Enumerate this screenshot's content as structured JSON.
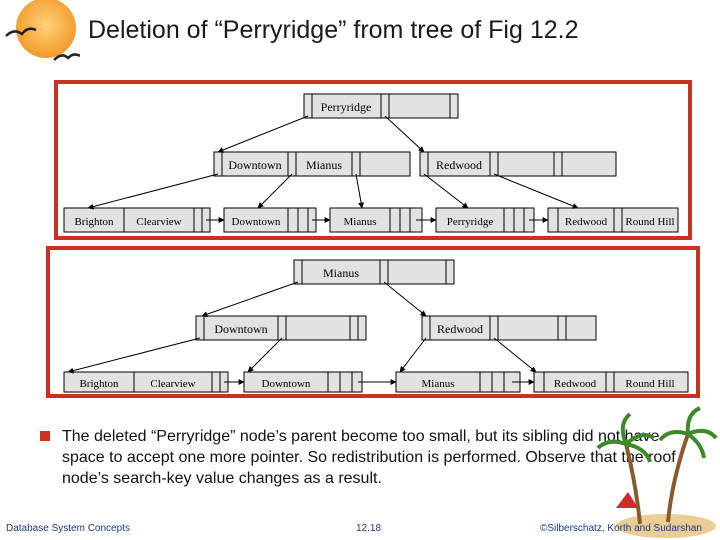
{
  "slide": {
    "title": "Deletion of “Perryridge” from tree of Fig 12.2",
    "bullet": "The deleted “Perryridge” node’s parent become too small, but its sibling did not have space to accept one more pointer.  So redistribution is performed. Observe that the roof node’s search-key value changes as a result.",
    "footer_left": "Database System Concepts",
    "footer_center": "12.18",
    "footer_right": "©Silberschatz, Korth and Sudarshan"
  },
  "colors": {
    "panel_border": "#c8321e",
    "bullet": "#c8321e",
    "footer_text": "#1a3a8a",
    "node_fill": "#e2e2e2"
  },
  "icons": {
    "logo": "sun-with-birds-icon",
    "decoration": "palm-island-icon",
    "bullet": "square-bullet-icon"
  },
  "tree_before": {
    "root": [
      "Perryridge"
    ],
    "internal": [
      [
        "Downtown",
        "Mianus"
      ],
      [
        "Redwood"
      ]
    ],
    "leaves": [
      [
        "Brighton",
        "Clearview"
      ],
      [
        "Downtown"
      ],
      [
        "Mianus"
      ],
      [
        "Perryridge"
      ],
      [
        "Redwood",
        "Round Hill"
      ]
    ]
  },
  "tree_after": {
    "root": [
      "Mianus"
    ],
    "internal": [
      [
        "Downtown"
      ],
      [
        "Redwood"
      ]
    ],
    "leaves": [
      [
        "Brighton",
        "Clearview"
      ],
      [
        "Downtown"
      ],
      [
        "Mianus"
      ],
      [
        "Redwood",
        "Round Hill"
      ]
    ]
  }
}
